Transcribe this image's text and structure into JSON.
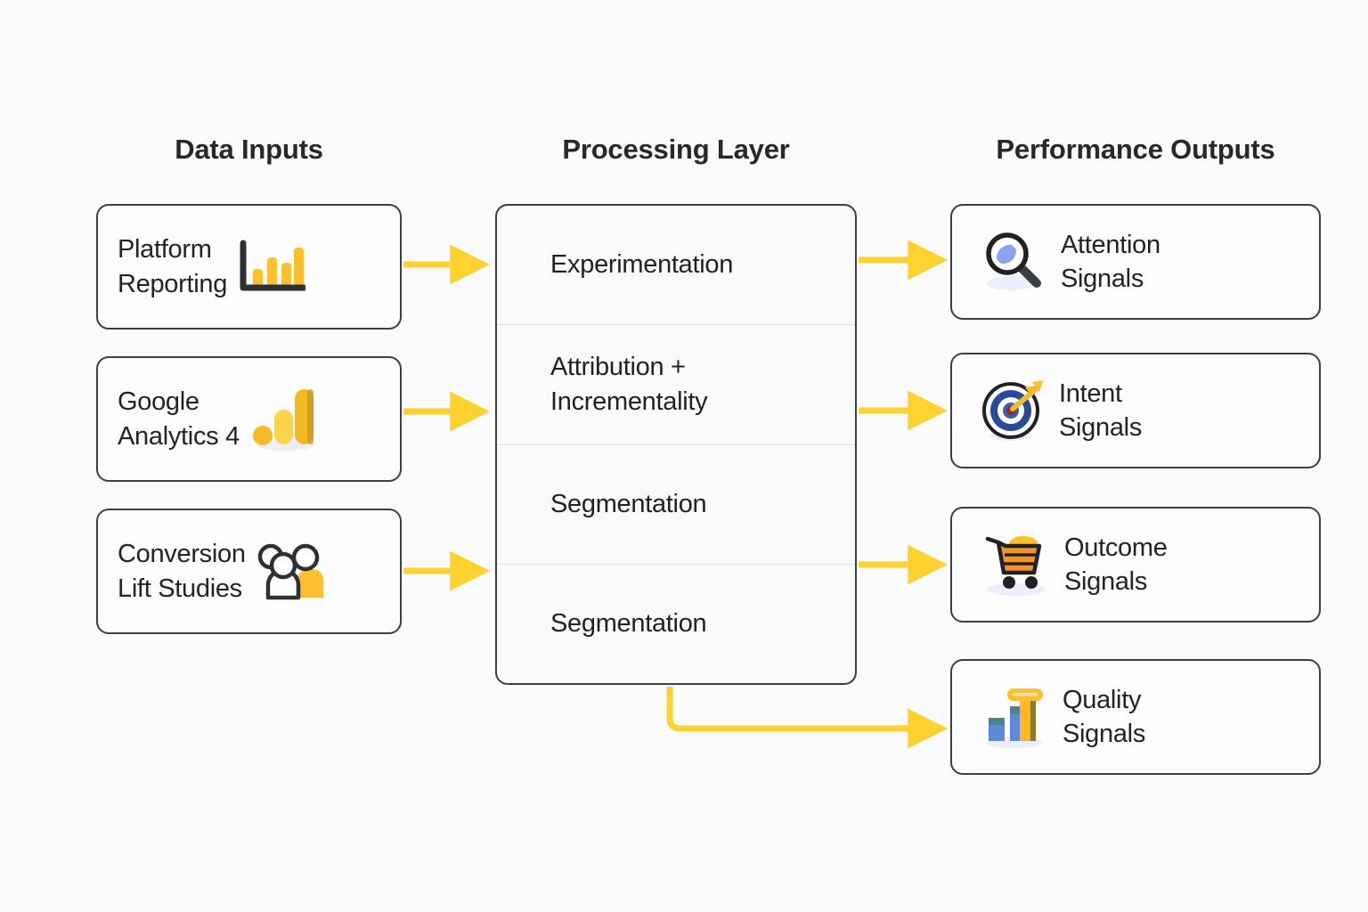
{
  "theme": {
    "background": "#fbfbfb",
    "card_fill": "#fdfdfd",
    "process_fill": "#fafafa",
    "border": "#3c3f43",
    "divider": "#dedfe1",
    "text": "#212326",
    "arrow_yellow": "#ffd230",
    "accent_yellow": "#fbc02d",
    "accent_blue": "#4a6fd4",
    "accent_periwinkle": "#8aa4f0",
    "accent_orange": "#f59425"
  },
  "columns": {
    "inputs": {
      "title": "Data Inputs",
      "cards": [
        {
          "label": "Platform\nReporting",
          "icon": "bar-chart-icon"
        },
        {
          "label": "Google\nAnalytics 4",
          "icon": "google-analytics-icon"
        },
        {
          "label": "Conversion\nLift Studies",
          "icon": "people-group-icon"
        }
      ]
    },
    "processing": {
      "title": "Processing Layer",
      "rows": [
        {
          "label": "Experimentation"
        },
        {
          "label": "Attribution +\nIncrementality"
        },
        {
          "label": "Segmentation"
        },
        {
          "label": "Segmentation"
        }
      ]
    },
    "outputs": {
      "title": "Performance Outputs",
      "cards": [
        {
          "label": "Attention\nSignals",
          "icon": "magnifying-glass-icon"
        },
        {
          "label": "Intent\nSignals",
          "icon": "target-arrow-icon"
        },
        {
          "label": "Outcome\nSignals",
          "icon": "shopping-cart-icon"
        },
        {
          "label": "Quality\nSignals",
          "icon": "bar-chart-blue-icon"
        }
      ]
    }
  },
  "connectors": {
    "input_to_process": [
      {
        "from": "Platform Reporting",
        "to": "Processing Layer"
      },
      {
        "from": "Google Analytics 4",
        "to": "Processing Layer"
      },
      {
        "from": "Conversion Lift Studies",
        "to": "Processing Layer"
      }
    ],
    "process_to_output": [
      {
        "from": "Processing Layer",
        "to": "Attention Signals"
      },
      {
        "from": "Processing Layer",
        "to": "Intent Signals"
      },
      {
        "from": "Processing Layer",
        "to": "Outcome Signals"
      },
      {
        "from": "Processing Layer",
        "to": "Quality Signals"
      }
    ]
  }
}
